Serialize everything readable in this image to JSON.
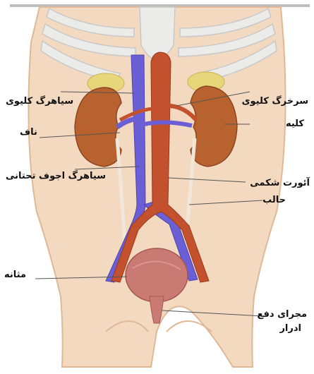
{
  "labels": {
    "renal_vein": "سیاهرگ کلیوی",
    "navel": "ناف",
    "inferior_vena_cava": "سیاهرگ اجوف تحتانی",
    "bladder": "مثانه",
    "renal_artery": "سرخرگ کلیوی",
    "kidney": "کلیه",
    "abdominal_aorta": "آئورت شکمی",
    "ureter": "حالب",
    "urethra_line1": "مجرای دفع",
    "urethra_line2": "ادرار"
  },
  "colors": {
    "skin": "#f3d9bf",
    "skin_shadow": "#e6bf9d",
    "rib": "#ebebea",
    "kidney": "#b8622f",
    "vein": "#6b5fd6",
    "artery": "#c4512d",
    "adrenal": "#e8d67a",
    "bladder": "#c97a72",
    "ureter": "#f0e6da"
  }
}
